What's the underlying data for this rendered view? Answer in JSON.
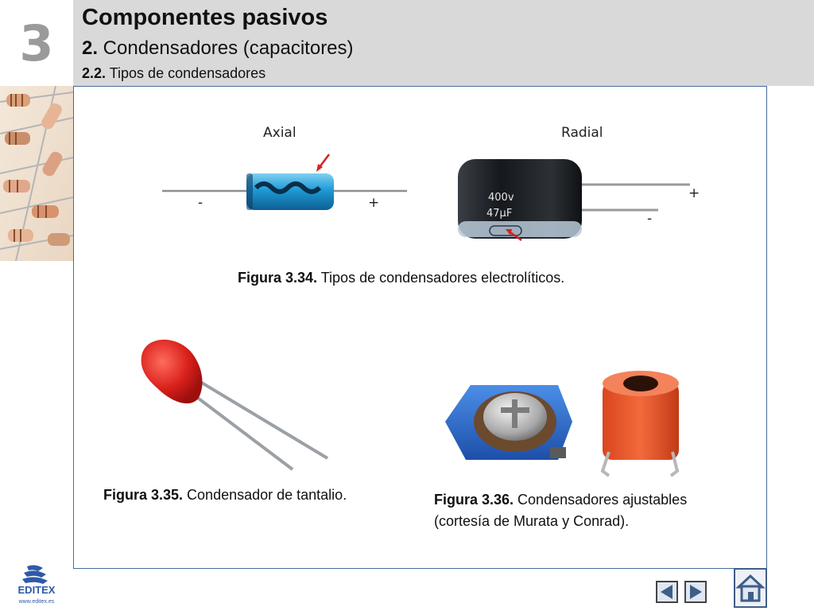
{
  "header": {
    "chapter_number": "3",
    "title": "Componentes pasivos",
    "subtitle_number": "2.",
    "subtitle_text": " Condensadores (capacitores)",
    "subsubtitle_number": "2.2.",
    "subsubtitle_text": " Tipos de condensadores"
  },
  "figures": {
    "fig_334": {
      "axial_label": "Axial",
      "radial_label": "Radial",
      "axial_minus": "-",
      "axial_plus": "+",
      "radial_plus": "+",
      "radial_minus": "-",
      "radial_body_text_1": "400v",
      "radial_body_text_2": "47µF",
      "caption_bold": "Figura 3.34.",
      "caption_text": " Tipos de condensadores electrolíticos."
    },
    "fig_335": {
      "caption_bold": "Figura 3.35.",
      "caption_text": " Condensador de tantalio."
    },
    "fig_336": {
      "caption_bold": "Figura 3.36.",
      "caption_text": " Condensadores ajustables",
      "caption_line2": "(cortesía de Murata y Conrad)."
    }
  },
  "footer": {
    "logo_name": "EDITEX",
    "logo_url": "www.editex.es"
  },
  "colors": {
    "header_bg": "#d9d9d9",
    "frame_border": "#4a6a9a",
    "chapter_number": "#9a9a9a"
  }
}
